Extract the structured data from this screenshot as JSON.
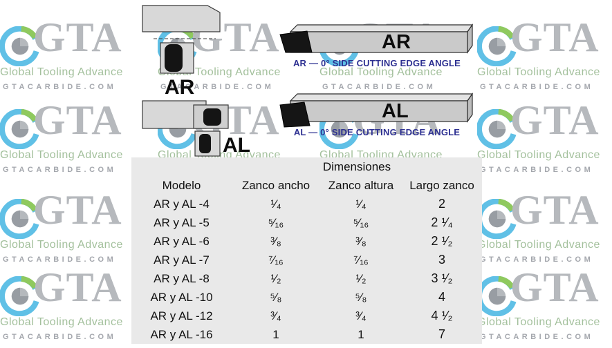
{
  "watermark": {
    "brand": "GTA",
    "tagline": "Global Tooling Advance",
    "site": "GTACARBIDE.COM"
  },
  "left_figures": {
    "ar_label": "AR",
    "al_label": "AL"
  },
  "right_figures": {
    "ar": {
      "label": "AR",
      "caption": "AR — 0° SIDE CUTTING EDGE ANGLE"
    },
    "al": {
      "label": "AL",
      "caption": "AL — 0° SIDE CUTTING EDGE ANGLE"
    }
  },
  "table": {
    "title": "Dimensiones",
    "columns": [
      "Modelo",
      "Zanco ancho",
      "Zanco altura",
      "Largo zanco"
    ],
    "rows": [
      {
        "modelo": "AR y AL -4",
        "zanco_ancho": "¹⁄₄",
        "zanco_altura": "¹⁄₄",
        "largo_zanco": "2"
      },
      {
        "modelo": "AR y AL -5",
        "zanco_ancho": "⁵⁄₁₆",
        "zanco_altura": "⁵⁄₁₆",
        "largo_zanco": "2 ¹⁄₄"
      },
      {
        "modelo": "AR y AL -6",
        "zanco_ancho": "³⁄₈",
        "zanco_altura": "³⁄₈",
        "largo_zanco": "2 ¹⁄₂"
      },
      {
        "modelo": "AR y AL -7",
        "zanco_ancho": "⁷⁄₁₆",
        "zanco_altura": "⁷⁄₁₆",
        "largo_zanco": "3"
      },
      {
        "modelo": "AR y AL -8",
        "zanco_ancho": "¹⁄₂",
        "zanco_altura": "¹⁄₂",
        "largo_zanco": "3 ¹⁄₂"
      },
      {
        "modelo": "AR y AL -10",
        "zanco_ancho": "⁵⁄₈",
        "zanco_altura": "⁵⁄₈",
        "largo_zanco": "4"
      },
      {
        "modelo": "AR y AL -12",
        "zanco_ancho": "³⁄₄",
        "zanco_altura": "³⁄₄",
        "largo_zanco": "4 ¹⁄₂"
      },
      {
        "modelo": "AR y AL -16",
        "zanco_ancho": "1",
        "zanco_altura": "1",
        "largo_zanco": "7"
      }
    ]
  },
  "colors": {
    "caption_blue": "#2e3192",
    "table_background": "#e9e9e9",
    "logo_blue": "#45b6e2",
    "logo_green": "#7cc043",
    "watermark_gray": "#b6b9bd",
    "watermark_green": "#a3c09c"
  }
}
